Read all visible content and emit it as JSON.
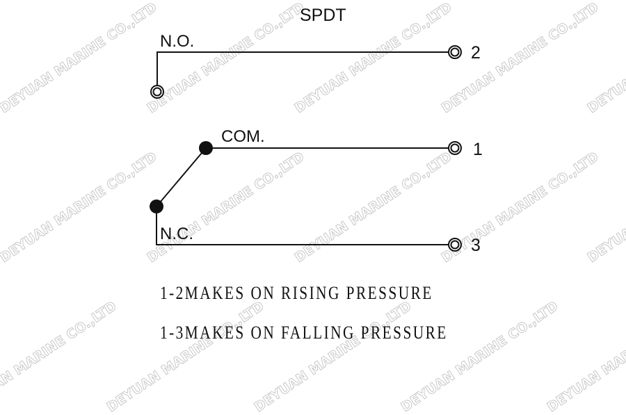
{
  "diagram": {
    "title": "SPDT",
    "contacts": {
      "normally_open": "N.O.",
      "common": "COM.",
      "normally_closed": "N.C."
    },
    "terminals": [
      "2",
      "1",
      "3"
    ],
    "notes": [
      "1-2MAKES ON RISING PRESSURE",
      "1-3MAKES ON FALLING PRESSURE"
    ]
  },
  "watermark": {
    "text": "DEYUAN MARINE CO.,LTD",
    "color": "#c8c8c8"
  },
  "colors": {
    "line": "#111111",
    "background": "#ffffff"
  }
}
